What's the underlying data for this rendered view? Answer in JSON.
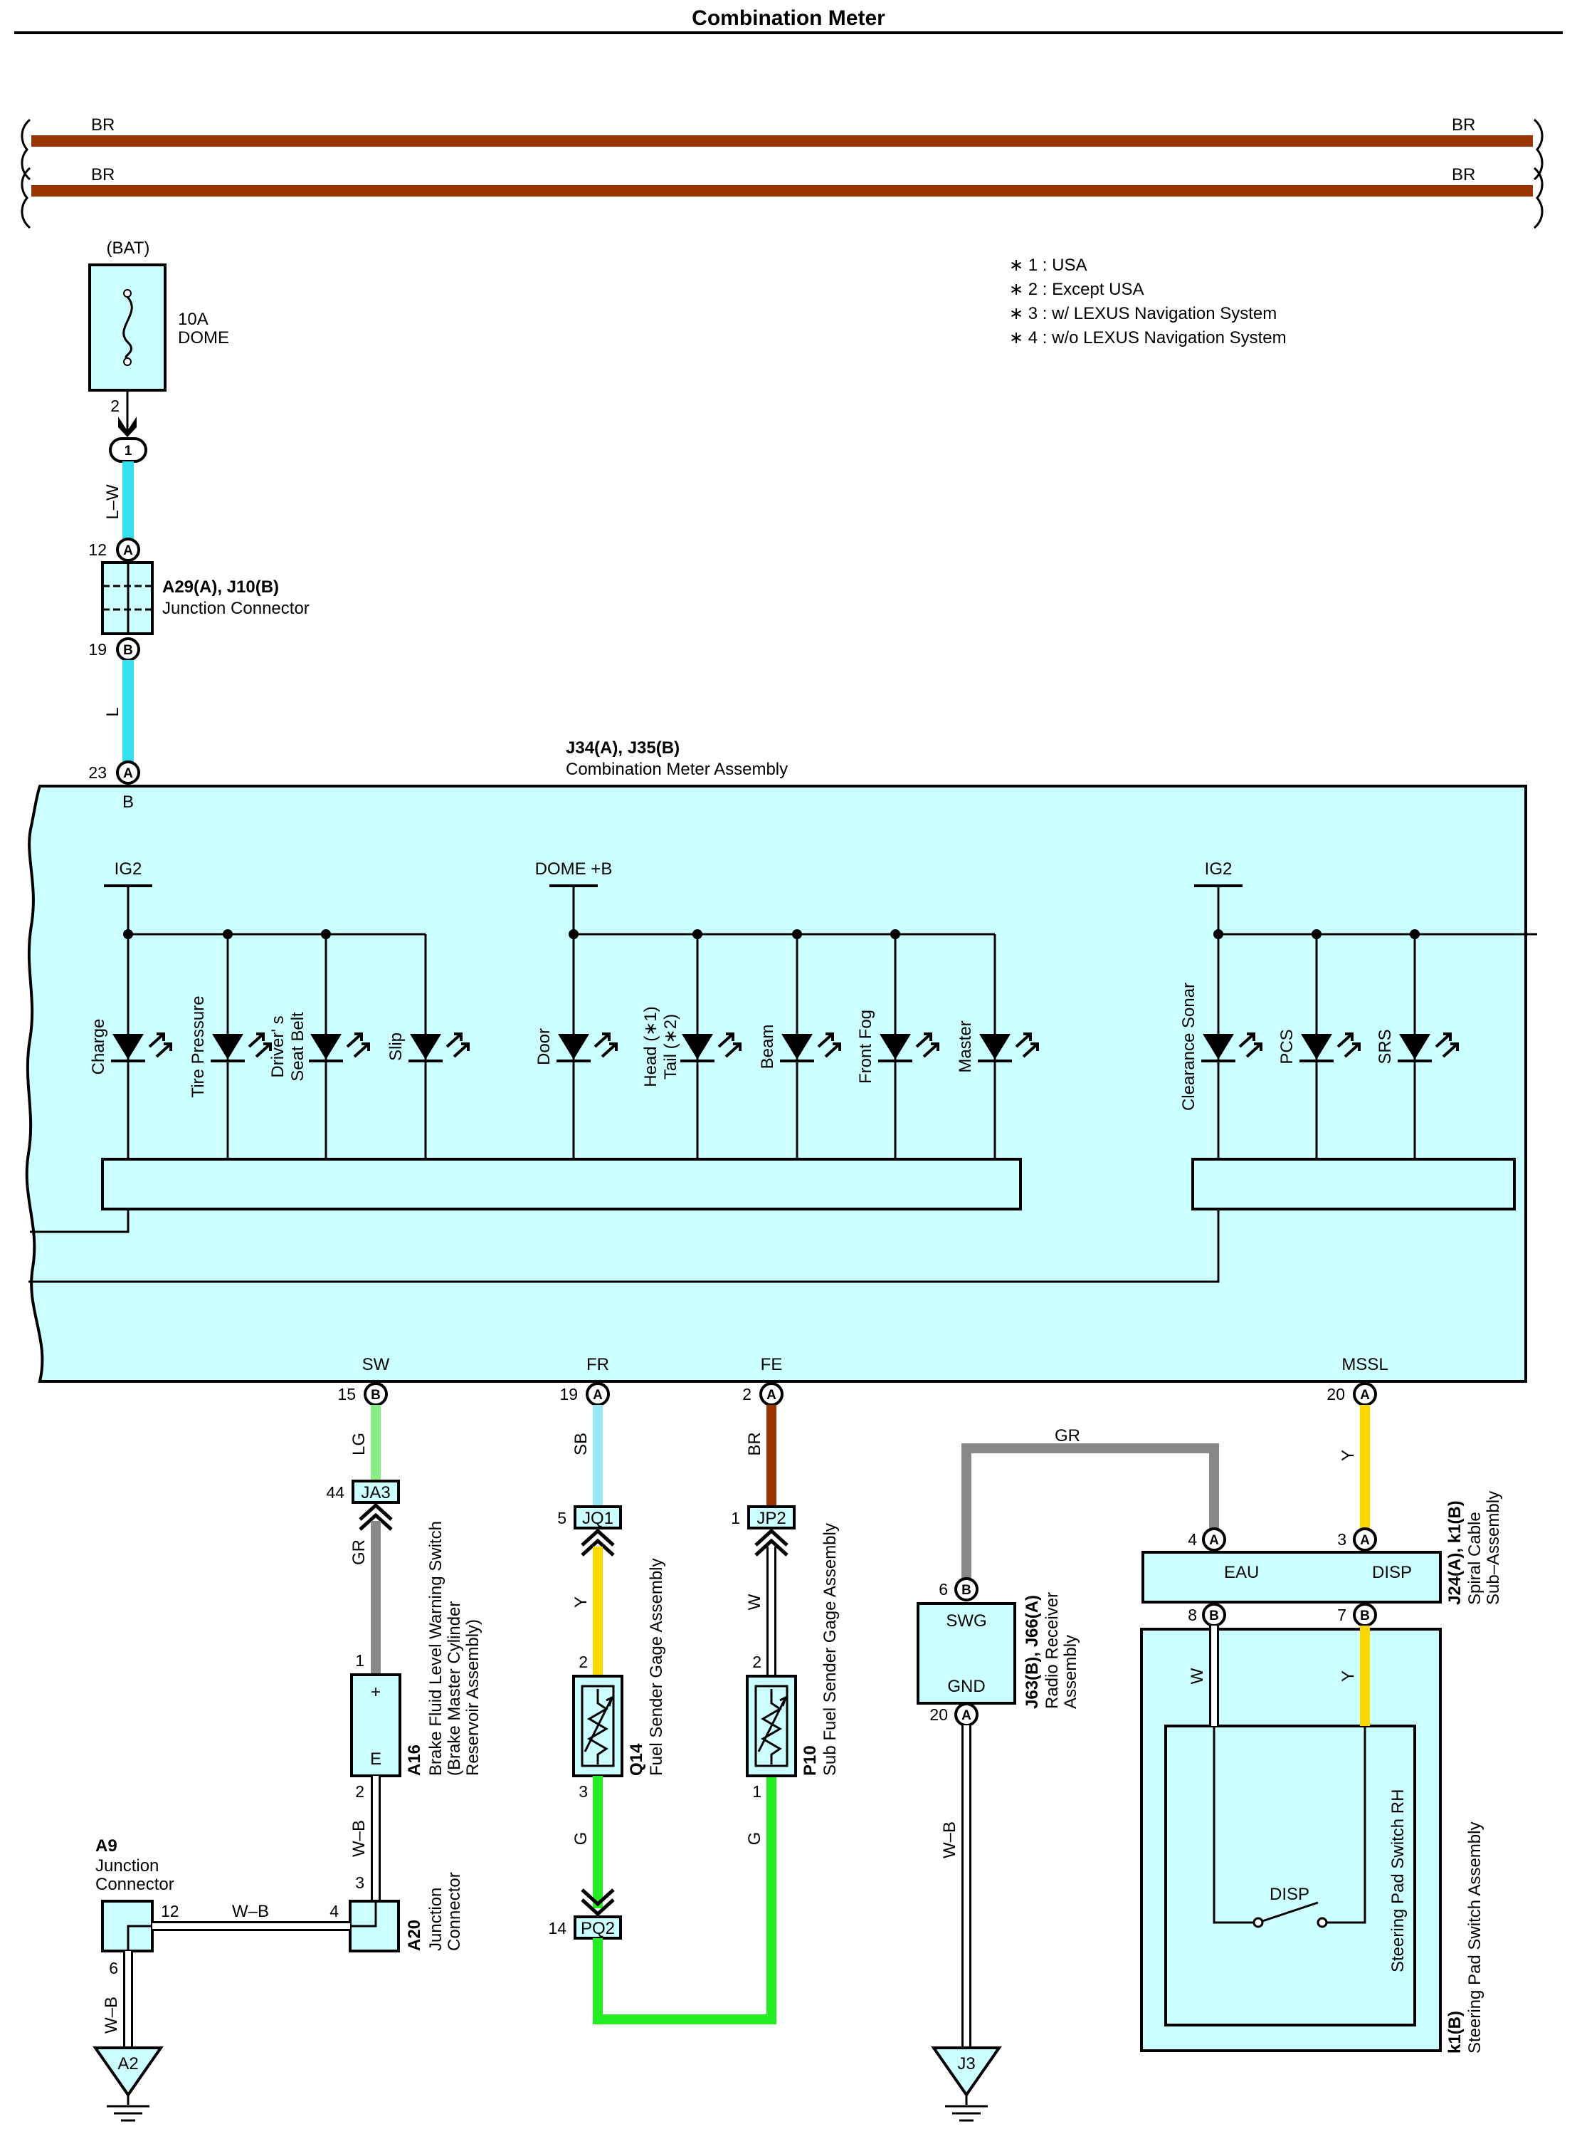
{
  "title": "Combination Meter",
  "colors": {
    "BR": "#993300",
    "L": "#33e0ee",
    "LG": "#88ee88",
    "GR": "#888888",
    "SB": "#99e6f5",
    "Y": "#ffd700",
    "G": "#22ee22",
    "W": "#ffffff",
    "W-B": "#ffffff",
    "component_fill": "#ccffff"
  },
  "buses": {
    "label": "BR"
  },
  "notes": [
    "∗ 1 : USA",
    "∗ 2 : Except USA",
    "∗ 3 : w/ LEXUS Navigation System",
    "∗ 4 : w/o LEXUS Navigation System"
  ],
  "fuse": {
    "source": "(BAT)",
    "rating": "10A",
    "name": "DOME",
    "pin": "2",
    "junction": "1"
  },
  "wires": {
    "bat_to_jc": "L–W",
    "jc_to_meter": "L",
    "sw": "LG",
    "ja3_to_a16": "GR",
    "a16_to_a20": "W–B",
    "a9_to_a20": "W–B",
    "a9_to_ground": "W–B",
    "fr": "SB",
    "jq1_to_q14": "Y",
    "q14_to_pq2": "G",
    "fe": "BR",
    "jp2_to_p10": "W",
    "p10_to_ground": "G",
    "gr_loop": "GR",
    "radio_to_ground": "W–B",
    "mssl": "Y",
    "eau_to_switch": "W",
    "disp_to_switch": "Y"
  },
  "junction_connector": {
    "code": "A29(A), J10(B)",
    "name": "Junction Connector",
    "pin_in": "12",
    "pin_in_letter": "A",
    "pin_out": "19",
    "pin_out_letter": "B"
  },
  "meter": {
    "code": "J34(A), J35(B)",
    "name": "Combination Meter Assembly",
    "pin_b": {
      "num": "23",
      "letter": "A",
      "name": "B"
    },
    "ig2_left": "IG2",
    "dome_b": "DOME +B",
    "ig2_right": "IG2",
    "indicators_left": [
      "Charge",
      "Tire Pressure",
      "Driver' s",
      "Seat Belt",
      "Slip"
    ],
    "indicators_mid": [
      "Door",
      "Head (∗1)",
      "Tail (∗2)",
      "Beam",
      "Front Fog",
      "Master"
    ],
    "indicators_right": [
      "Clearance Sonar",
      "PCS",
      "SRS"
    ],
    "terminals": {
      "sw": {
        "name": "SW",
        "num": "15",
        "letter": "B"
      },
      "fr": {
        "name": "FR",
        "num": "19",
        "letter": "A"
      },
      "fe": {
        "name": "FE",
        "num": "2",
        "letter": "A"
      },
      "mssl": {
        "name": "MSSL",
        "num": "20",
        "letter": "A"
      }
    }
  },
  "connectors": {
    "ja3": {
      "name": "JA3",
      "pin": "44"
    },
    "jq1": {
      "name": "JQ1",
      "pin": "5"
    },
    "jp2": {
      "name": "JP2",
      "pin": "1"
    },
    "pq2": {
      "name": "PQ2",
      "pin": "14"
    }
  },
  "a16": {
    "code": "A16",
    "line1": "Brake Fluid Level Warning Switch",
    "line2": "(Brake Master Cylinder",
    "line3": "Reservoir Assembly)",
    "plus": "+",
    "e": "E",
    "pin_top": "1",
    "pin_bottom": "2"
  },
  "a20": {
    "code": "A20",
    "line1": "Junction",
    "line2": "Connector",
    "pin_top": "3",
    "pin_left": "4"
  },
  "a9": {
    "code": "A9",
    "line1": "Junction",
    "line2": "Connector",
    "pin_right": "12",
    "pin_bottom": "6"
  },
  "q14": {
    "code": "Q14",
    "name": "Fuel Sender Gage Assembly",
    "pin_top": "2",
    "pin_bottom": "3"
  },
  "p10": {
    "code": "P10",
    "name": "Sub Fuel Sender Gage Assembly",
    "pin_top": "2",
    "pin_bottom": "1"
  },
  "radio": {
    "code": "J63(B), J66(A)",
    "line1": "Radio Receiver",
    "line2": "Assembly",
    "swg": "SWG",
    "gnd": "GND",
    "pin_swg": "6",
    "pin_swg_letter": "B",
    "pin_gnd": "20",
    "pin_gnd_letter": "A"
  },
  "spiral": {
    "code": "J24(A), k1(B)",
    "line1": "Spiral Cable",
    "line2": "Sub–Assembly",
    "eau": "EAU",
    "disp": "DISP",
    "pin_eau_top": "4",
    "pin_eau_top_letter": "A",
    "pin_disp_top": "3",
    "pin_disp_top_letter": "A",
    "pin_eau_bottom": "8",
    "pin_eau_bottom_letter": "B",
    "pin_disp_bottom": "7",
    "pin_disp_bottom_letter": "B"
  },
  "steering": {
    "code": "k1(B)",
    "name": "Steering Pad Switch Assembly",
    "inner": "Steering Pad Switch RH",
    "switch": "DISP"
  },
  "grounds": {
    "left": "A2",
    "right": "J3"
  }
}
